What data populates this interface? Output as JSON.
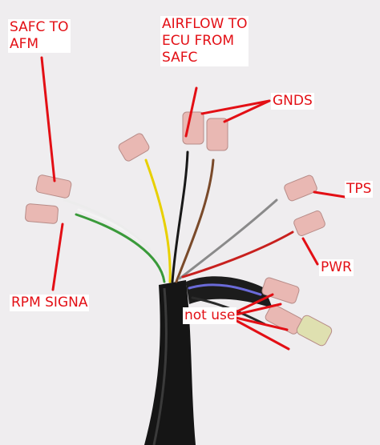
{
  "labels": {
    "safc_to_afm": "SAFC TO\nAFM",
    "airflow": "AIRFLOW TO\nECU FROM\nSAFC",
    "gnds": "GNDS",
    "tps": "TPS",
    "pwr": "PWR",
    "rpm": "RPM SIGNA",
    "not_used": "not use"
  },
  "colors": {
    "annotation": "#e30f15",
    "cable_jacket": "#151515",
    "connector": "#e9b8b3",
    "background": "#efedef"
  }
}
